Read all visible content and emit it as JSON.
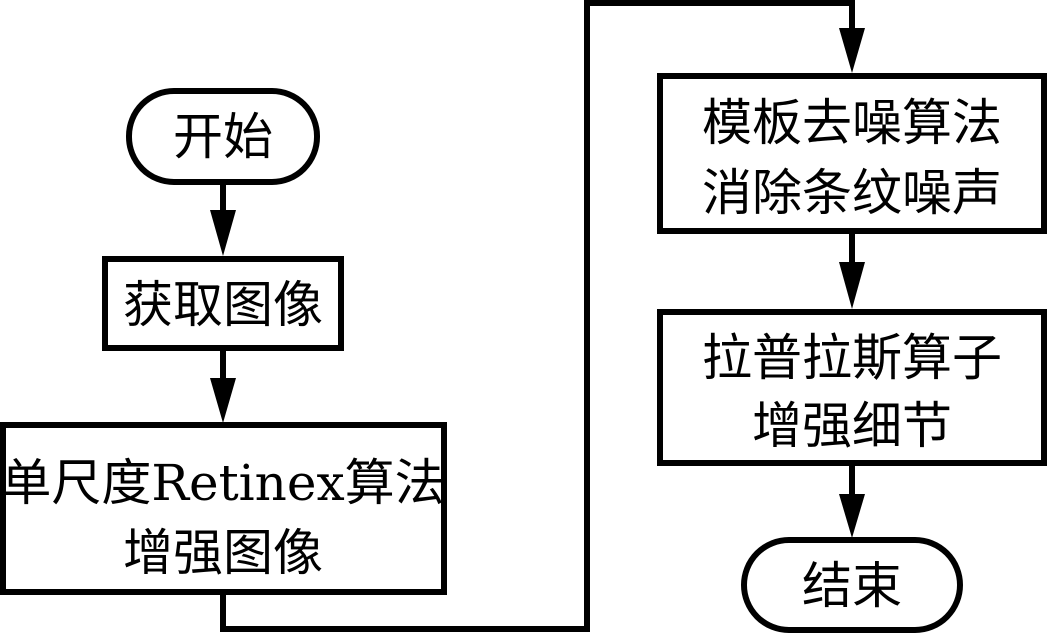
{
  "nodes": {
    "start": {
      "label": "开始"
    },
    "acquire": {
      "label": "获取图像"
    },
    "retinex": {
      "line1": "单尺度Retinex算法",
      "line2": "增强图像"
    },
    "denoise": {
      "line1": "模板去噪算法",
      "line2": "消除条纹噪声"
    },
    "laplacian": {
      "line1": "拉普拉斯算子",
      "line2": "增强细节"
    },
    "end": {
      "label": "结束"
    }
  },
  "colors": {
    "stroke": "#000000",
    "background": "#ffffff"
  }
}
